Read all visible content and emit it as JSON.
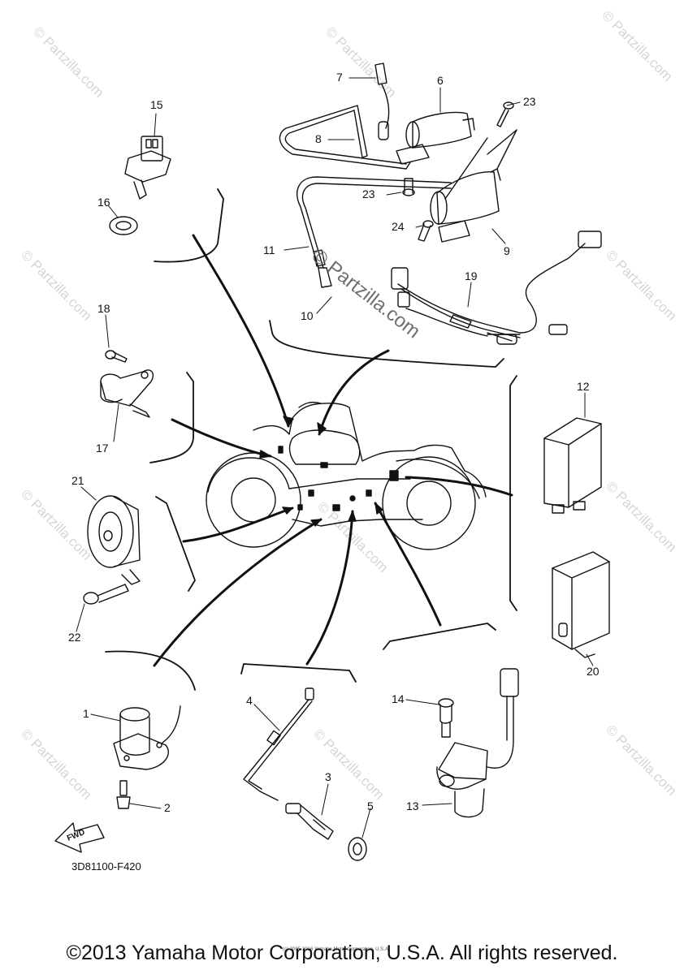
{
  "callouts": {
    "c1": "1",
    "c2": "2",
    "c3": "3",
    "c4": "4",
    "c5": "5",
    "c6": "6",
    "c7": "7",
    "c8": "8",
    "c9": "9",
    "c10": "10",
    "c11": "11",
    "c12": "12",
    "c13": "13",
    "c14": "14",
    "c15": "15",
    "c16": "16",
    "c17": "17",
    "c18": "18",
    "c19": "19",
    "c20": "20",
    "c21": "21",
    "c22": "22",
    "c23a": "23",
    "c23b": "23",
    "c24": "24"
  },
  "watermark": {
    "text": "© Partzilla.com",
    "center_text": "© Partzilla.com"
  },
  "fwd_label": "FWD",
  "part_code": "3D81100-F420",
  "small_copyright": "(c) 2005-2016 Yamaha Motor Corporation, U.S.A.",
  "copyright": "©2013 Yamaha Motor Corporation, U.S.A. All rights reserved."
}
